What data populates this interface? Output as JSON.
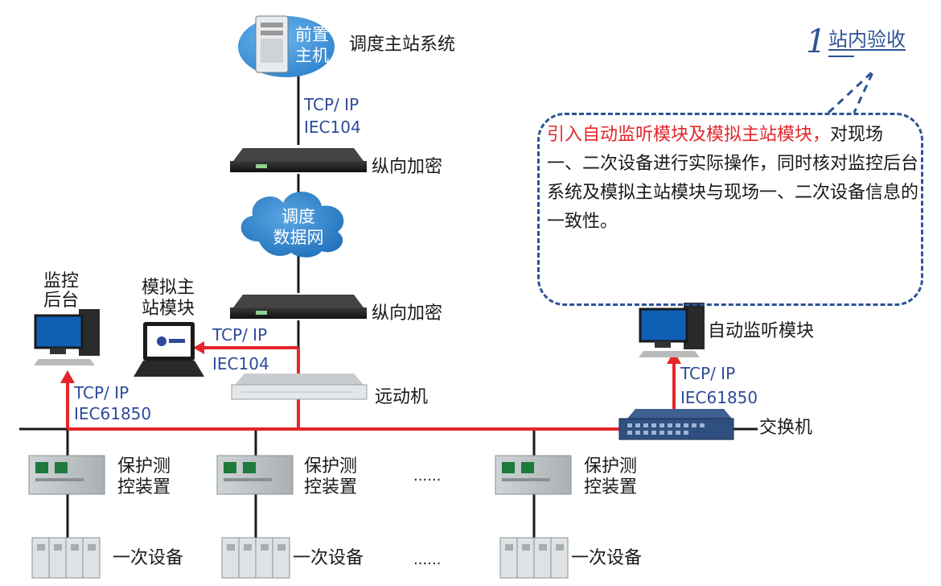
{
  "title": {
    "number": "1",
    "text": "站内验收"
  },
  "callout": {
    "highlight": "引入自动监听模块及模拟主站模块，",
    "text": "对现场一、二次设备进行实际操作，同时核对监控后台系统及模拟主站模块与现场一、二次设备信息的一致性。"
  },
  "master": {
    "icon_label_1": "前置",
    "icon_label_2": "主机",
    "label": "调度主站系统"
  },
  "link_top": {
    "protocol_1": "TCP/ IP",
    "protocol_2": "IEC104"
  },
  "encrypt_top": {
    "label": "纵向加密"
  },
  "network": {
    "label_1": "调度",
    "label_2": "数据网"
  },
  "encrypt_bottom": {
    "label": "纵向加密"
  },
  "sim_master": {
    "label_1": "模拟主",
    "label_2": "站模块",
    "protocol_1": "TCP/ IP",
    "protocol_2": "IEC104"
  },
  "monitor": {
    "label_1": "监控",
    "label_2": "后台",
    "protocol_1": "TCP/ IP",
    "protocol_2": "IEC61850"
  },
  "telecontrol": {
    "label": "远动机"
  },
  "auto_listen": {
    "label": "自动监听模块",
    "protocol_1": "TCP/ IP",
    "protocol_2": "IEC61850"
  },
  "switch": {
    "label": "交换机"
  },
  "protection": {
    "label_1": "保护测",
    "label_2": "控装置",
    "ellipsis": "......"
  },
  "primary": {
    "label": "一次设备",
    "ellipsis": "......"
  },
  "colors": {
    "red_link": "#e4262a",
    "black_line": "#1a1a1a",
    "blue_text": "#2e4a9a",
    "callout_border": "#2d5394"
  }
}
